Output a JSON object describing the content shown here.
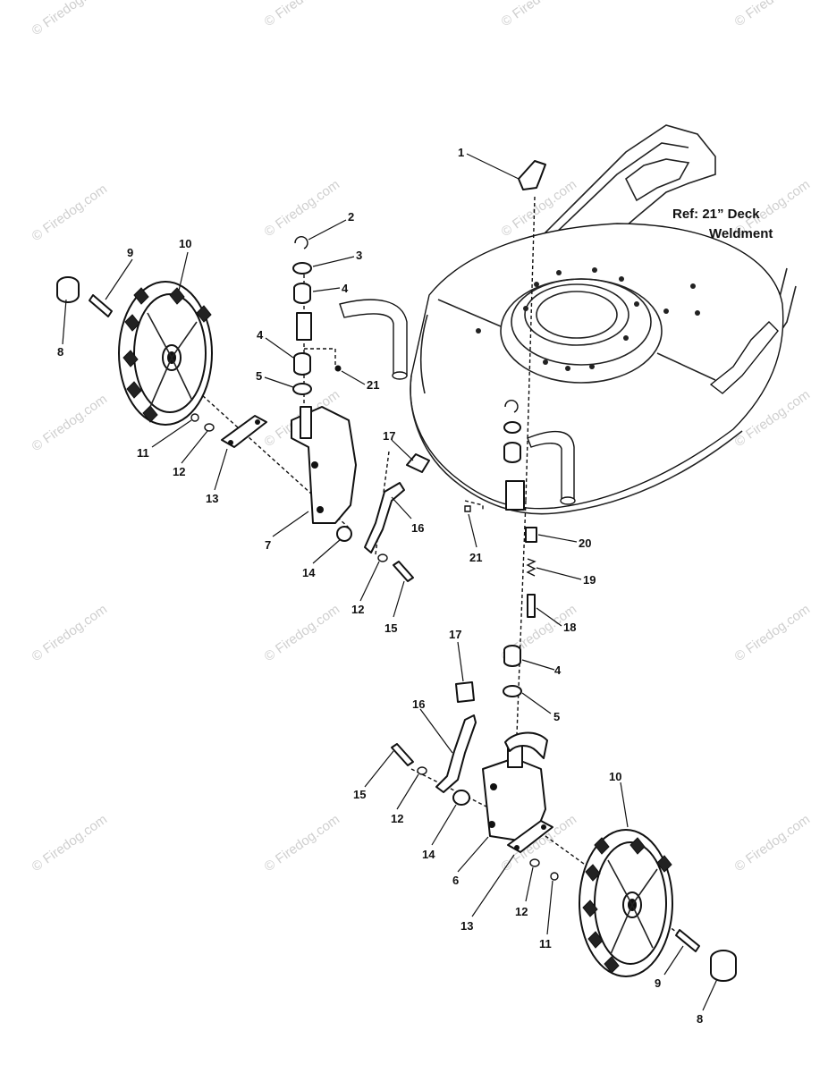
{
  "reference_note": {
    "line1": "Ref: 21” Deck",
    "line2": "Weldment"
  },
  "watermark": "© Firedog.com",
  "callouts": [
    {
      "id": "c1",
      "label": "1"
    },
    {
      "id": "c2",
      "label": "2"
    },
    {
      "id": "c3",
      "label": "3"
    },
    {
      "id": "c4a",
      "label": "4"
    },
    {
      "id": "c4b",
      "label": "4"
    },
    {
      "id": "c4c",
      "label": "4"
    },
    {
      "id": "c5a",
      "label": "5"
    },
    {
      "id": "c5b",
      "label": "5"
    },
    {
      "id": "c6",
      "label": "6"
    },
    {
      "id": "c7",
      "label": "7"
    },
    {
      "id": "c8a",
      "label": "8"
    },
    {
      "id": "c8b",
      "label": "8"
    },
    {
      "id": "c9a",
      "label": "9"
    },
    {
      "id": "c9b",
      "label": "9"
    },
    {
      "id": "c10a",
      "label": "10"
    },
    {
      "id": "c10b",
      "label": "10"
    },
    {
      "id": "c11a",
      "label": "11"
    },
    {
      "id": "c11b",
      "label": "11"
    },
    {
      "id": "c12a",
      "label": "12"
    },
    {
      "id": "c12b",
      "label": "12"
    },
    {
      "id": "c12c",
      "label": "12"
    },
    {
      "id": "c12d",
      "label": "12"
    },
    {
      "id": "c13a",
      "label": "13"
    },
    {
      "id": "c13b",
      "label": "13"
    },
    {
      "id": "c14a",
      "label": "14"
    },
    {
      "id": "c14b",
      "label": "14"
    },
    {
      "id": "c15a",
      "label": "15"
    },
    {
      "id": "c15b",
      "label": "15"
    },
    {
      "id": "c16a",
      "label": "16"
    },
    {
      "id": "c16b",
      "label": "16"
    },
    {
      "id": "c17a",
      "label": "17"
    },
    {
      "id": "c17b",
      "label": "17"
    },
    {
      "id": "c18",
      "label": "18"
    },
    {
      "id": "c19",
      "label": "19"
    },
    {
      "id": "c20",
      "label": "20"
    },
    {
      "id": "c21a",
      "label": "21"
    },
    {
      "id": "c21b",
      "label": "21"
    }
  ]
}
